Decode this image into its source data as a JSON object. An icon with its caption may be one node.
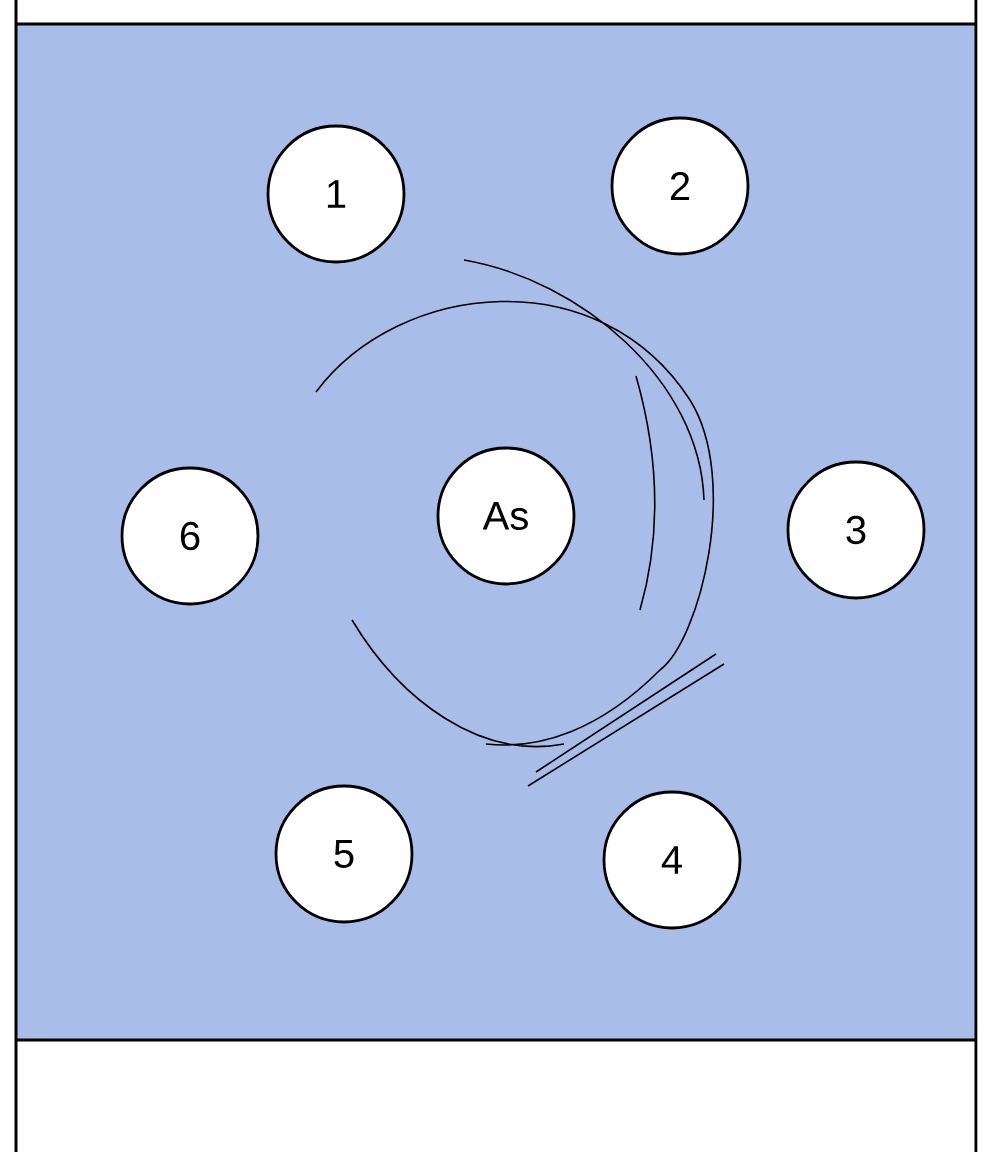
{
  "diagram": {
    "nodes": [
      {
        "text": [
          "1"
        ]
      },
      {
        "text": [
          "2"
        ]
      },
      {
        "text": [
          "6"
        ]
      },
      {
        "text": [
          "As"
        ]
      },
      {
        "text": [
          "3"
        ]
      },
      {
        "text": [
          "5"
        ]
      },
      {
        "text": [
          "4"
        ]
      }
    ]
  }
}
